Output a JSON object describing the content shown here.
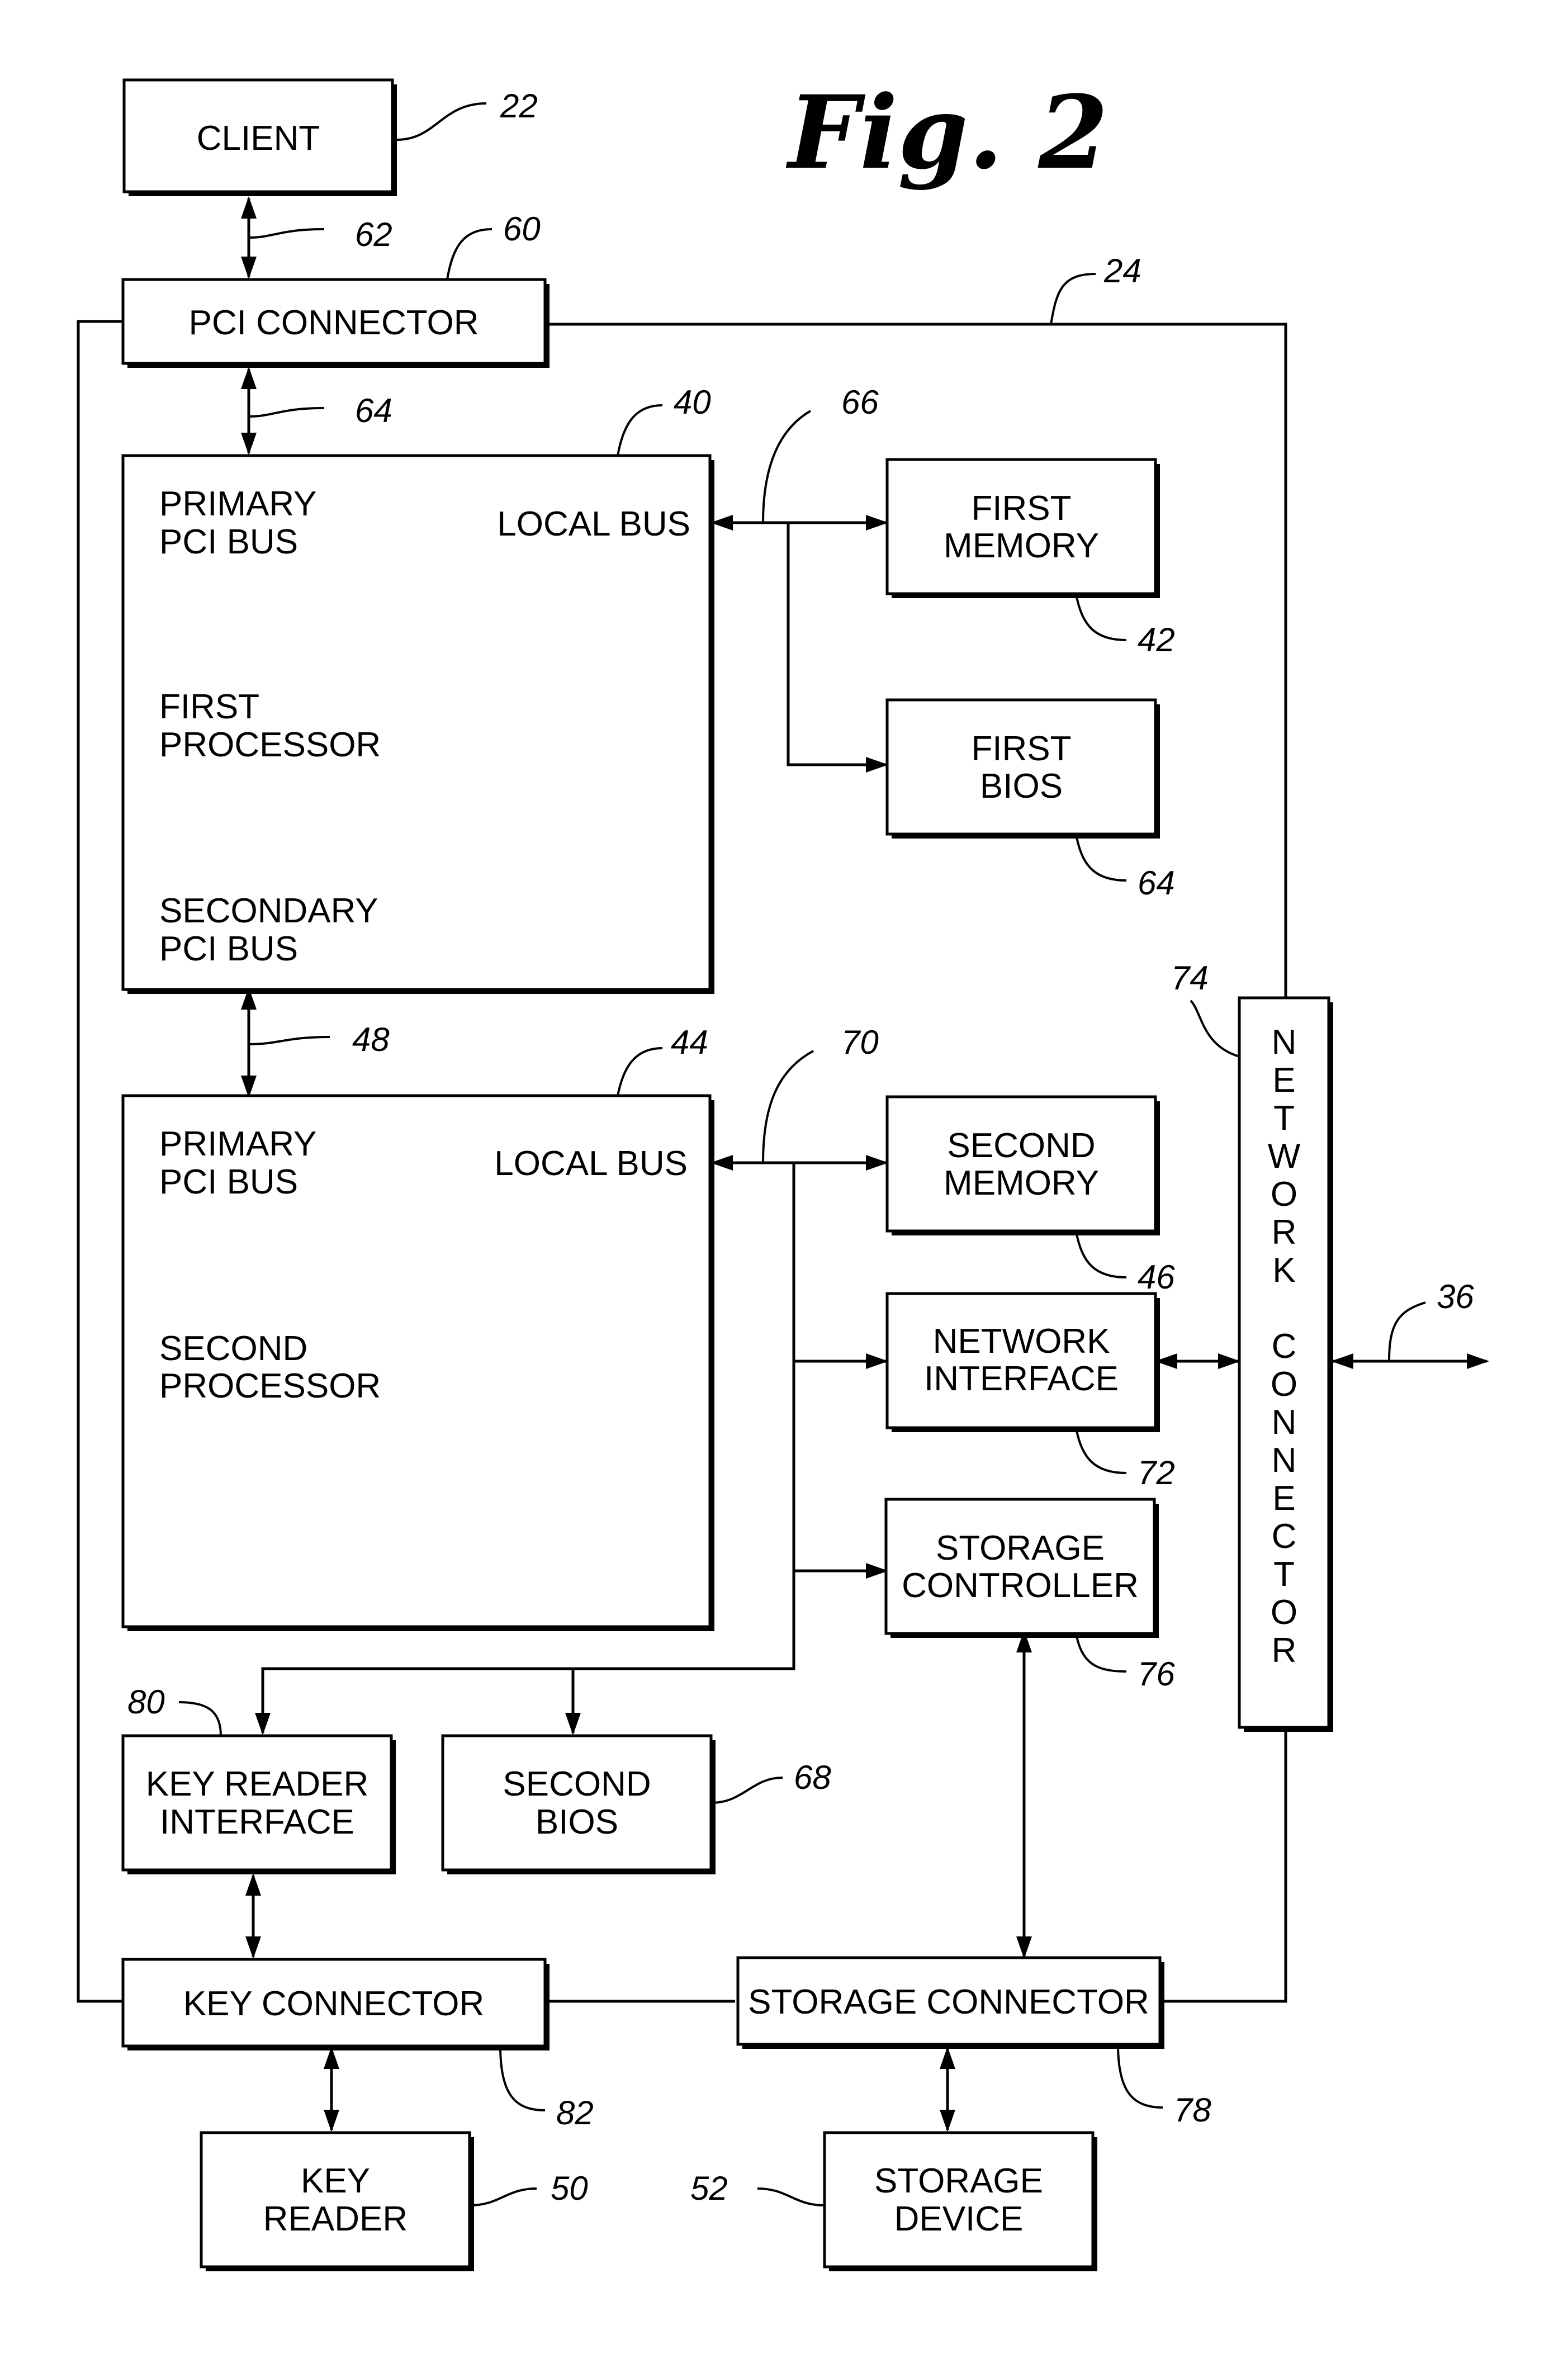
{
  "figure_title": "Fig. 2",
  "blocks": {
    "client": {
      "lines": [
        "CLIENT"
      ],
      "ref": "22"
    },
    "pci_connector": {
      "lines": [
        "PCI CONNECTOR"
      ],
      "ref": "60"
    },
    "first_processor": {
      "ref": "40",
      "primary_bus": [
        "PRIMARY",
        "PCI BUS"
      ],
      "local_bus": "LOCAL BUS",
      "name": [
        "FIRST",
        "PROCESSOR"
      ],
      "secondary_bus": [
        "SECONDARY",
        "PCI BUS"
      ]
    },
    "first_memory": {
      "lines": [
        "FIRST",
        "MEMORY"
      ],
      "ref": "42"
    },
    "first_bios": {
      "lines": [
        "FIRST",
        "BIOS"
      ],
      "ref": "64"
    },
    "second_processor": {
      "ref": "44",
      "primary_bus": [
        "PRIMARY",
        "PCI BUS"
      ],
      "local_bus": "LOCAL BUS",
      "name": [
        "SECOND",
        "PROCESSOR"
      ]
    },
    "second_memory": {
      "lines": [
        "SECOND",
        "MEMORY"
      ],
      "ref": "46"
    },
    "network_interface": {
      "lines": [
        "NETWORK",
        "INTERFACE"
      ],
      "ref": "72"
    },
    "storage_controller": {
      "lines": [
        "STORAGE",
        "CONTROLLER"
      ],
      "ref": "76"
    },
    "network_connector": {
      "letters": [
        "N",
        "E",
        "T",
        "W",
        "O",
        "R",
        "K",
        "",
        "C",
        "O",
        "N",
        "N",
        "E",
        "C",
        "T",
        "O",
        "R"
      ],
      "ref": "74"
    },
    "key_reader_interface": {
      "lines": [
        "KEY READER",
        "INTERFACE"
      ],
      "ref": "80"
    },
    "second_bios": {
      "lines": [
        "SECOND",
        "BIOS"
      ],
      "ref": "68"
    },
    "key_connector": {
      "lines": [
        "KEY CONNECTOR"
      ],
      "ref": "82"
    },
    "storage_connector": {
      "lines": [
        "STORAGE CONNECTOR"
      ],
      "ref": "78"
    },
    "key_reader": {
      "lines": [
        "KEY",
        "READER"
      ],
      "ref": "50"
    },
    "storage_device": {
      "lines": [
        "STORAGE",
        "DEVICE"
      ],
      "ref": "52"
    }
  },
  "connections": {
    "client_pci_link": "62",
    "pci_first_proc_link": "64",
    "first_local_bus": "66",
    "proc_to_proc_link": "48",
    "second_local_bus": "70",
    "enclosure": "24",
    "external_network": "36"
  }
}
